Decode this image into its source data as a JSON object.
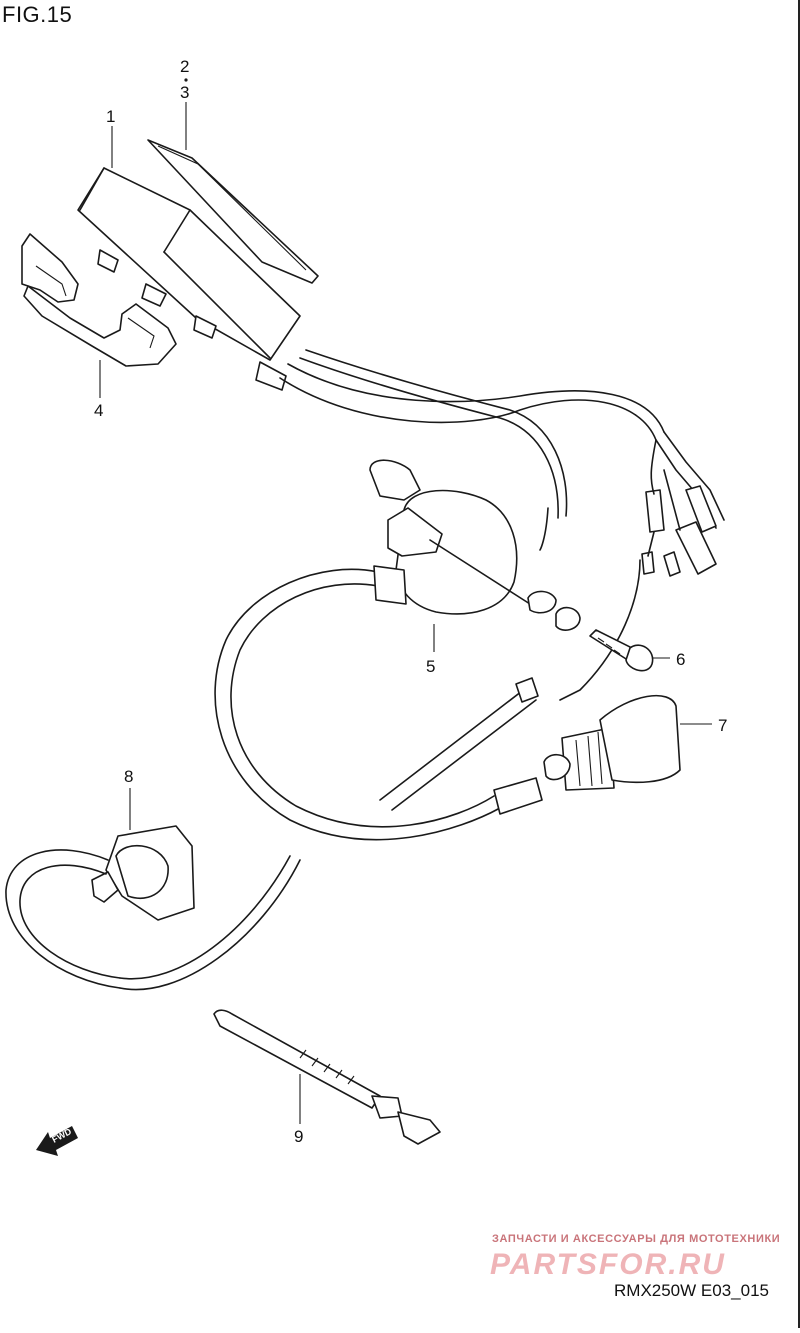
{
  "figure": {
    "title": "FIG.15",
    "code": "RMX250W E03_015"
  },
  "callouts": [
    {
      "id": "1",
      "part": "cdi-unit"
    },
    {
      "id": "2",
      "part": "cushion"
    },
    {
      "id": "3",
      "part": "cushion"
    },
    {
      "id": "4",
      "part": "bracket"
    },
    {
      "id": "5",
      "part": "ignition-coil"
    },
    {
      "id": "6",
      "part": "screw"
    },
    {
      "id": "7",
      "part": "spark-plug-cap"
    },
    {
      "id": "8",
      "part": "engine-stop-switch"
    },
    {
      "id": "9",
      "part": "clamp"
    }
  ],
  "direction_badge": "FWD",
  "watermark": {
    "tagline": "ЗАПЧАСТИ И АКСЕССУАРЫ ДЛЯ МОТОТЕХНИКИ",
    "brand": "PARTSFOR.RU"
  }
}
